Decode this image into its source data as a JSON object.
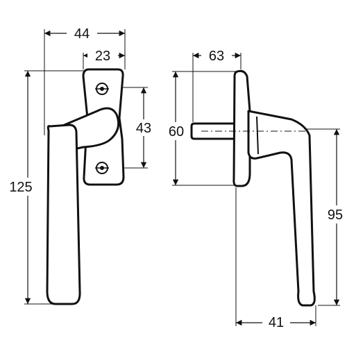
{
  "dimensions": {
    "front_total_width": "44",
    "front_plate_width": "23",
    "front_screw_spacing": "43",
    "front_total_height": "125",
    "side_projection": "63",
    "side_plate_height": "60",
    "side_handle_length": "95",
    "side_handle_offset": "41"
  }
}
